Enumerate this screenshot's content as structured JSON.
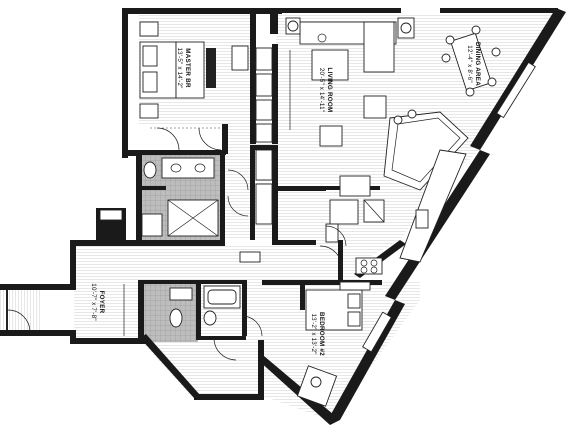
{
  "rooms": {
    "master": {
      "name": "MASTER BR",
      "dims": "13'-5\" x 14'-2\""
    },
    "living": {
      "name": "LIVING ROOM",
      "dims": "20'-5\" x 14'-11\""
    },
    "dining": {
      "name": "DINING AREA",
      "dims": "12'-4\" x 8'-6\""
    },
    "foyer": {
      "name": "FOYER",
      "dims": "10'-7\" x 7'-8\""
    },
    "bedroom2": {
      "name": "BEDROOM #2",
      "dims": "13'-2\" x 13'-2\""
    }
  },
  "colors": {
    "wall": "#1a1a1a",
    "floor_line": "#c8c8c8",
    "tile": "#9a9a9a",
    "background": "#ffffff"
  }
}
